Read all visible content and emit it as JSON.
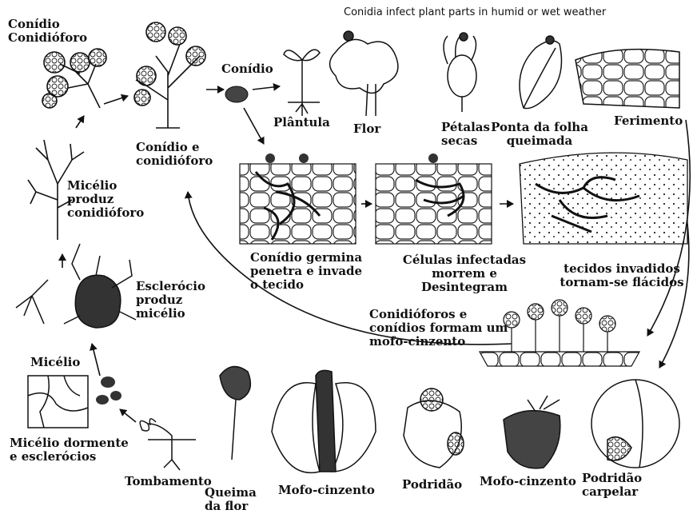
{
  "header_note": "Conidia infect plant parts in humid or wet weather",
  "labels": {
    "conidio_conidioforo_top": "Conídio\nConidióforo",
    "conidio": "Conídio",
    "plantula": "Plântula",
    "flor": "Flor",
    "petalas_secas": "Pétalas\nsecas",
    "ponta_folha": "Ponta da folha\nqueimada",
    "ferimento": "Ferimento",
    "conidio_e_conidioforo": "Conídio e\nconidióforo",
    "micelio_produz": "Micélio\nproduz\nconidióforo",
    "conidio_germina": "Conídio germina\npenetra e invade\no tecido",
    "celulas_infectadas": "Células infectadas\nmorrem e Desintegram",
    "tecidos_invadidos": "tecidos invadidos\ntornam-se flácidos",
    "esclerocio_produz": "Esclerócio\nproduz\nmicélio",
    "conidioforos_mofo": "Conidióforos e\nconídios formam um\nmofo-cinzento",
    "micelio": "Micélio",
    "micelio_dormente": "Micélio dormente\ne esclerócios",
    "tombamento": "Tombamento",
    "queima_flor": "Queima\nda flor",
    "mofo_cinzento_1": "Mofo-cinzento",
    "podridao": "Podridão",
    "mofo_cinzento_2": "Mofo-cinzento",
    "podridao_carpelar": "Podridão carpelar"
  }
}
